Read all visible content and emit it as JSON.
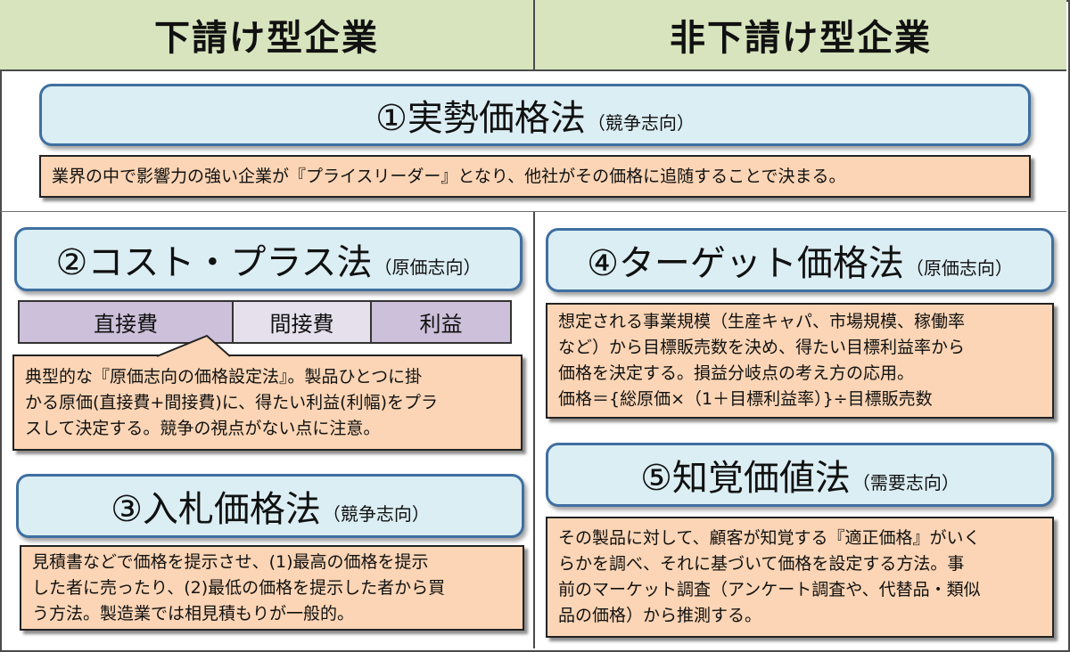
{
  "header": {
    "left": "下請け型企業",
    "right": "非下請け型企業"
  },
  "methods": [
    {
      "title": "①実勢価格法",
      "orientation": "（競争志向）",
      "description": [
        "業界の中で影響力の強い企業が『プライスリーダー』となり、他社がその価格に追随することで決まる。"
      ]
    },
    {
      "title": "②コスト・プラス法",
      "orientation": "（原価志向）",
      "description": [
        "典型的な『原価志向の価格設定法』。製品ひとつに掛",
        "かる原価(直接費+間接費)に、得たい利益(利幅)をプラ",
        "スして決定する。競争の視点がない点に注意。"
      ]
    },
    {
      "title": "③入札価格法",
      "orientation": "（競争志向）",
      "description": [
        "見積書などで価格を提示させ、(1)最高の価格を提示",
        "した者に売ったり、(2)最低の価格を提示した者から買",
        "う方法。製造業では相見積もりが一般的。"
      ]
    },
    {
      "title": "④ターゲット価格法",
      "orientation": "（原価志向）",
      "description": [
        "想定される事業規模（生産キャパ、市場規模、稼働率",
        "など）から目標販売数を決め、得たい目標利益率から",
        "価格を決定する。損益分岐点の考え方の応用。",
        "価格＝{総原価×（1＋目標利益率）}÷目標販売数"
      ]
    },
    {
      "title": "⑤知覚価値法",
      "orientation": "（需要志向）",
      "description": [
        "その製品に対して、顧客が知覚する『適正価格』がいく",
        "らかを調べ、それに基づいて価格を設定する方法。事",
        "前のマーケット調査（アンケート調査や、代替品・類似",
        "品の価格）から推測する。"
      ]
    }
  ],
  "cost_bar": [
    "直接費",
    "間接費",
    "利益"
  ],
  "colors": {
    "header_bg": "#d7e4bd",
    "title_bg": "#dbeef4",
    "title_border": "#3f6fa0",
    "desc_bg": "#fbd5b5",
    "cost_dark": "#ccc0da",
    "cost_light": "#e6e0ec"
  }
}
